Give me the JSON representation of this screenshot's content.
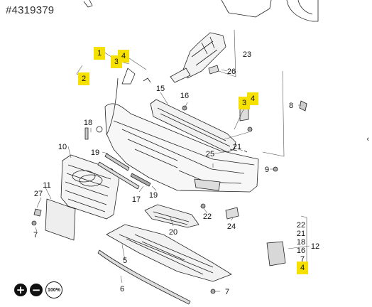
{
  "diagram": {
    "doc_id": "#4319379",
    "callouts": {
      "c1": "1",
      "c2": "2",
      "c3a": "3",
      "c4a": "4",
      "c3b": "3",
      "c4b": "4",
      "c4c": "4",
      "c5": "5",
      "c6": "6",
      "c7a": "7",
      "c7b": "7",
      "c7c": "7",
      "c8": "8",
      "c9": "9",
      "c10": "10",
      "c11": "11",
      "c12": "12",
      "c15": "15",
      "c16a": "16",
      "c16b": "16",
      "c17": "17",
      "c18a": "18",
      "c18b": "18",
      "c19a": "19",
      "c19b": "19",
      "c20": "20",
      "c21a": "21",
      "c21b": "21",
      "c22a": "22",
      "c22b": "22",
      "c23": "23",
      "c24": "24",
      "c25": "25",
      "c26": "26",
      "c27": "27"
    },
    "highlight_color": "#f5e000"
  },
  "toolbar": {
    "zoom_in": "+",
    "zoom_out": "−",
    "zoom_reset": "100%"
  },
  "nav": {
    "next_arrow": "‹"
  }
}
